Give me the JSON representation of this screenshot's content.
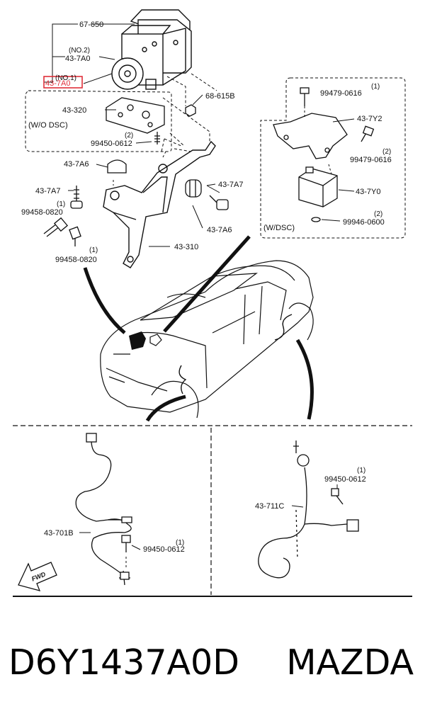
{
  "labels": {
    "p67_650": "67-650",
    "qty_no2": "(NO.2)",
    "p43_7a0_no2": "43-7A0",
    "qty_no1": "(NO.1)",
    "p43_7a0_no1": "43-7A0",
    "p68_615b": "68-615B",
    "p43_320": "43-320",
    "wo_dsc": "(W/O DSC)",
    "qty_2a": "(2)",
    "p99450_0612_a": "99450-0612",
    "p43_7a6_left": "43-7A6",
    "p43_7a7_left": "43-7A7",
    "qty_1a": "(1)",
    "p99458_0820_a": "99458-0820",
    "qty_1b": "(1)",
    "p99458_0820_b": "99458-0820",
    "p43_7a7_right": "43-7A7",
    "p43_7a6_right": "43-7A6",
    "p43_310": "43-310",
    "qty_1c": "(1)",
    "p99479_0616_a": "99479-0616",
    "p43_7y2": "43-7Y2",
    "qty_2b": "(2)",
    "p99479_0616_b": "99479-0616",
    "p43_7y0": "43-7Y0",
    "qty_2c": "(2)",
    "p99946_0600": "99946-0600",
    "w_dsc": "(W/DSC)",
    "p43_701b": "43-701B",
    "qty_1d": "(1)",
    "p99450_0612_b": "99450-0612",
    "fwd": "FWD",
    "qty_1e": "(1)",
    "p99450_0612_c": "99450-0612",
    "p43_711c": "43-711C"
  },
  "highlight_color": "#e0303a",
  "caption": {
    "part_number": "D6Y1437A0D",
    "brand": "MAZDA"
  }
}
